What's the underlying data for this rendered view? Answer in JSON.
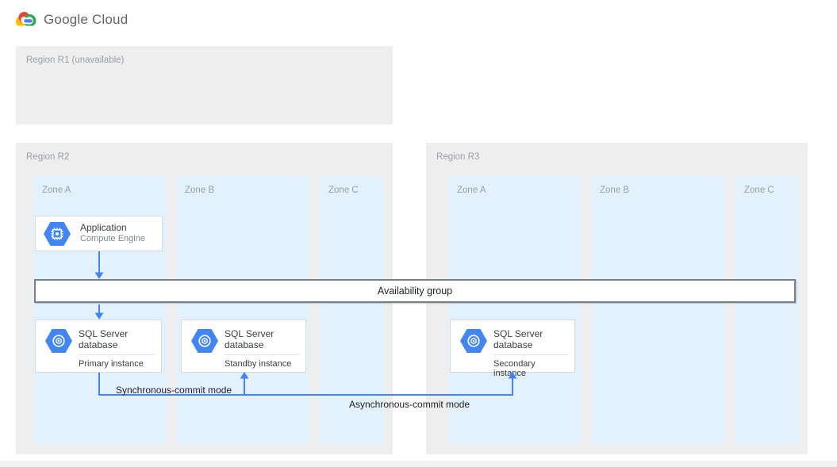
{
  "brand": {
    "name": "Google Cloud"
  },
  "regions": {
    "r1": {
      "label": "Region R1 (unavailable)"
    },
    "r2": {
      "label": "Region R2",
      "zones": [
        {
          "label": "Zone A"
        },
        {
          "label": "Zone B"
        },
        {
          "label": "Zone C"
        }
      ]
    },
    "r3": {
      "label": "Region R3",
      "zones": [
        {
          "label": "Zone A"
        },
        {
          "label": "Zone B"
        },
        {
          "label": "Zone C"
        }
      ]
    }
  },
  "cards": {
    "application": {
      "title": "Application",
      "subtitle": "Compute Engine",
      "icon": "compute-engine-icon"
    },
    "primary": {
      "title": "SQL Server database",
      "instance": "Primary instance",
      "icon": "sql-server-icon"
    },
    "standby": {
      "title": "SQL Server database",
      "instance": "Standby instance",
      "icon": "sql-server-icon"
    },
    "secondary": {
      "title": "SQL Server database",
      "instance": "Secondary instance",
      "icon": "sql-server-icon"
    }
  },
  "availability_group": {
    "label": "Availability group"
  },
  "connections": {
    "sync_label": "Synchronous-commit mode",
    "async_label": "Asynchronous-commit mode"
  },
  "colors": {
    "google_blue": "#4285f4",
    "google_red": "#ea4335",
    "google_yellow": "#fbbc04",
    "google_green": "#34a853",
    "arrow_blue": "#4285f4",
    "zone_fill": "#e3f1fc",
    "region_fill": "#eeeeee",
    "bar_border": "#7a8087"
  }
}
